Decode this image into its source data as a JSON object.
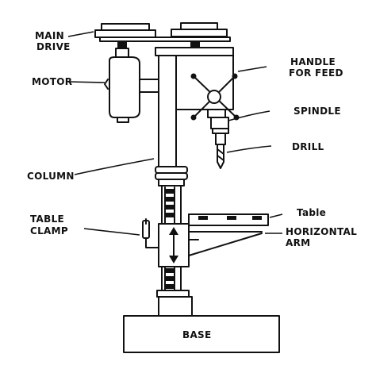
{
  "labels": {
    "main_drive_line1": "MAIN",
    "main_drive_line2": "DRIVE",
    "motor": "MOTOR",
    "handle_line1": "HANDLE",
    "handle_line2": "FOR FEED",
    "spindle": "SPINDLE",
    "drill": "DRILL",
    "column": "COLUMN",
    "table_clamp_line1": "TABLE",
    "table_clamp_line2": "CLAMP",
    "table": "Table",
    "horizontal_arm_line1": "HORIZONTAL",
    "horizontal_arm_line2": "ARM",
    "base": "BASE"
  },
  "colors": {
    "ink": "#111111",
    "paper": "#ffffff"
  }
}
